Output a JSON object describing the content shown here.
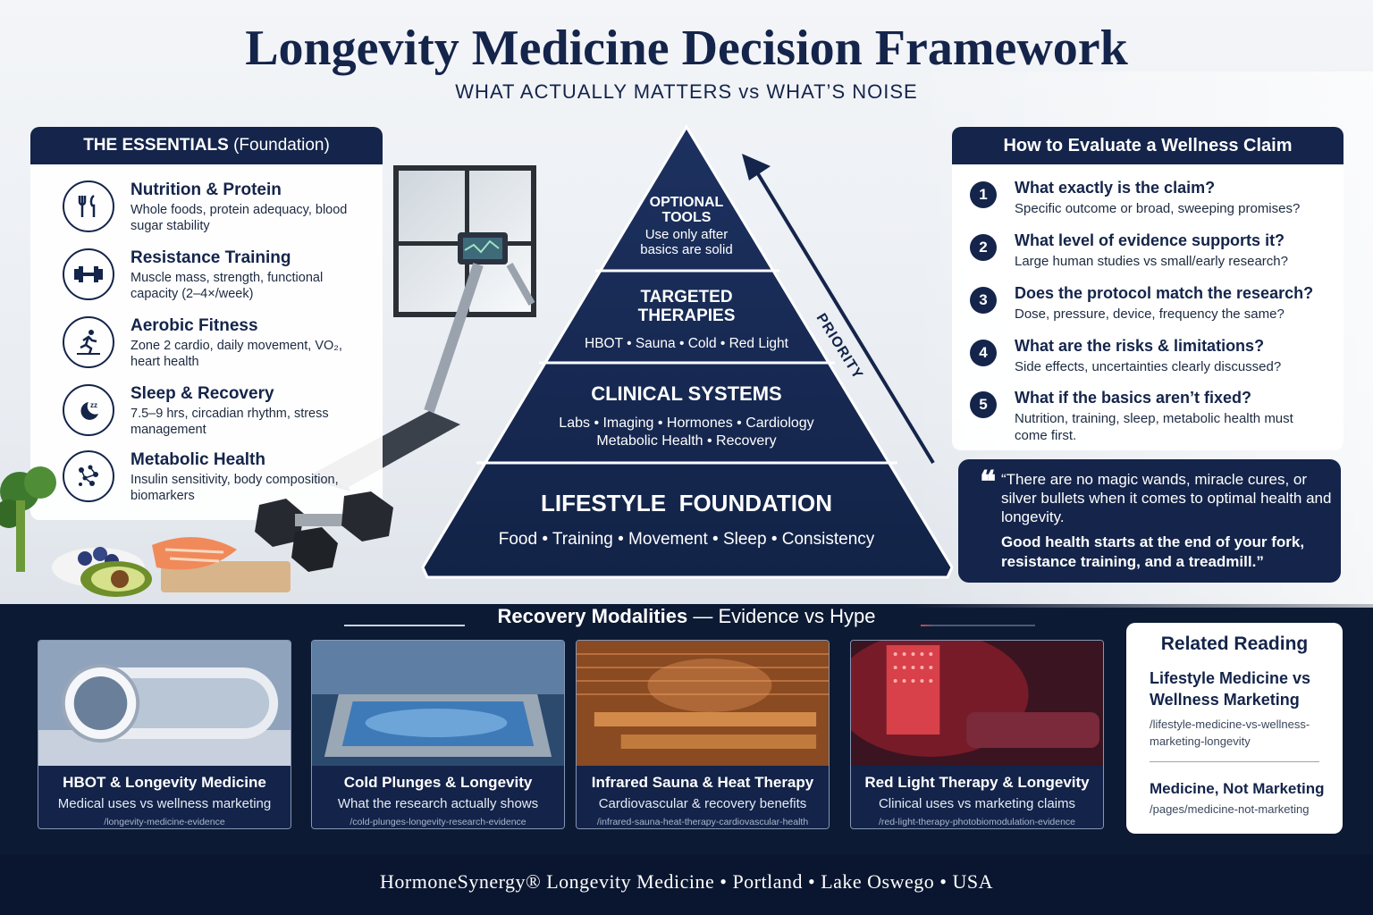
{
  "header": {
    "title": "Longevity Medicine Decision Framework",
    "subtitle": "WHAT ACTUALLY MATTERS vs WHAT’S NOISE"
  },
  "essentials": {
    "heading_bold": "THE ESSENTIALS",
    "heading_light": "(Foundation)",
    "items": [
      {
        "title": "Nutrition & Protein",
        "desc": "Whole foods, protein adequacy, blood sugar stability",
        "icon": "fork-knife-icon"
      },
      {
        "title": "Resistance Training",
        "desc": "Muscle mass, strength, functional capacity (2–4×/week)",
        "icon": "dumbbell-icon"
      },
      {
        "title": "Aerobic Fitness",
        "desc": "Zone 2 cardio, daily movement, VO₂, heart health",
        "icon": "running-icon"
      },
      {
        "title": "Sleep & Recovery",
        "desc": "7.5–9 hrs, circadian rhythm, stress management",
        "icon": "moon-icon"
      },
      {
        "title": "Metabolic Health",
        "desc": "Insulin sensitivity, body composition, biomarkers",
        "icon": "molecule-icon"
      }
    ]
  },
  "pyramid": {
    "priority_label": "PRIORITY",
    "tiers": [
      {
        "name": "OPTIONAL TOOLS",
        "sub": "Use only after basics are solid"
      },
      {
        "name": "TARGETED THERAPIES",
        "sub": "HBOT • Sauna • Cold • Red Light"
      },
      {
        "name": "CLINICAL SYSTEMS",
        "sub": "Labs • Imaging • Hormones • Cardiology Metabolic Health • Recovery"
      },
      {
        "name": "LIFESTYLE  FOUNDATION",
        "sub": "Food • Training • Movement • Sleep • Consistency"
      }
    ]
  },
  "evaluate": {
    "heading": "How to Evaluate a Wellness Claim",
    "items": [
      {
        "num": "1",
        "q": "What exactly is the claim?",
        "a": "Specific outcome or broad, sweeping promises?"
      },
      {
        "num": "2",
        "q": "What level of evidence supports it?",
        "a": "Large human studies vs small/early research?"
      },
      {
        "num": "3",
        "q": "Does the protocol match the research?",
        "a": "Dose, pressure, device, frequency the same?"
      },
      {
        "num": "4",
        "q": "What are the risks & limitations?",
        "a": "Side effects, uncertainties clearly discussed?"
      },
      {
        "num": "5",
        "q": "What if the basics aren’t fixed?",
        "a": "Nutrition, training, sleep, metabolic health must come first."
      }
    ]
  },
  "quote": {
    "mark": "❝",
    "text": "“There are no magic wands, miracle cures, or silver bullets when it comes to optimal health and longevity.",
    "strong": "Good health starts at the end of your fork, resistance training, and a treadmill.”"
  },
  "recovery": {
    "title_bold": "Recovery Modalities",
    "title_rest": " — Evidence vs Hype",
    "cards": [
      {
        "title": "HBOT & Longevity Medicine",
        "sub": "Medical uses vs wellness marketing",
        "url": "/longevity-medicine-evidence"
      },
      {
        "title": "Cold Plunges & Longevity",
        "sub": "What the research actually shows",
        "url": "/cold-plunges-longevity-research-evidence"
      },
      {
        "title": "Infrared Sauna & Heat Therapy",
        "sub": "Cardiovascular & recovery benefits",
        "url": "/infrared-sauna-heat-therapy-cardiovascular-health"
      },
      {
        "title": "Red Light Therapy & Longevity",
        "sub": "Clinical uses vs marketing claims",
        "url": "/red-light-therapy-photobiomodulation-evidence"
      }
    ]
  },
  "related": {
    "heading": "Related Reading",
    "a_title": "Lifestyle Medicine vs Wellness Marketing",
    "a_url": "/lifestyle-medicine-vs-wellness-marketing-longevity",
    "b_title": "Medicine, Not Marketing",
    "b_url": "/pages/medicine-not-marketing"
  },
  "footer": {
    "text": "HormoneSynergy® Longevity Medicine  •  Portland  •  Lake Oswego  •  USA"
  },
  "colors": {
    "navy": "#14244a",
    "accent_red": "#c94b4b"
  }
}
